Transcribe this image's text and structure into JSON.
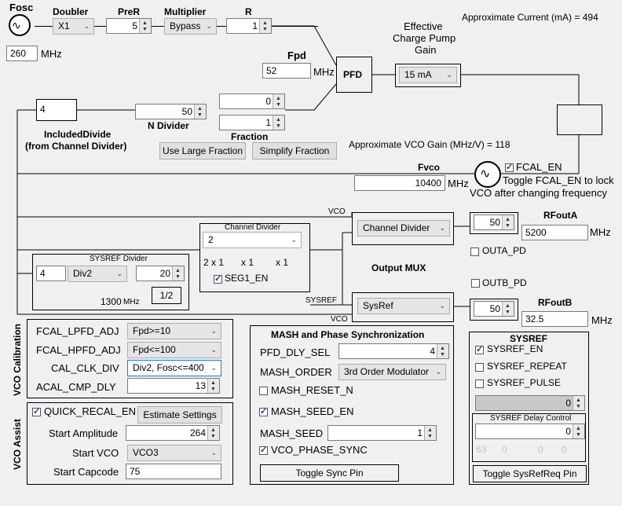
{
  "top": {
    "fosc_label": "Fosc",
    "fosc_value": "260",
    "fosc_unit": "MHz",
    "doubler_label": "Doubler",
    "doubler_value": "X1",
    "prer_label": "PreR",
    "prer_value": "5",
    "multiplier_label": "Multiplier",
    "multiplier_value": "Bypass",
    "r_label": "R",
    "r_value": "1",
    "fpd_label": "Fpd",
    "fpd_value": "52",
    "fpd_unit": "MHz",
    "pfd_label": "PFD",
    "cp_gain_label_1": "Effective",
    "cp_gain_label_2": "Charge Pump",
    "cp_gain_label_3": "Gain",
    "cp_gain_value": "15 mA",
    "approx_current": "Approximate Current (mA) = 494"
  },
  "feedback": {
    "included_divide_value": "4",
    "included_divide_label_1": "IncludedDivide",
    "included_divide_label_2": "(from Channel Divider)",
    "n_value": "50",
    "n_label": "N Divider",
    "frac_num": "0",
    "frac_den": "1",
    "fraction_label": "Fraction",
    "use_large_fraction": "Use Large Fraction",
    "simplify_fraction": "Simplify Fraction",
    "vco_gain": "Approximate VCO Gain (MHz/V) =  118",
    "fvco_label": "Fvco",
    "fvco_value": "10400",
    "fvco_unit": "MHz",
    "fcal_en_label": "FCAL_EN",
    "toggle_note_1": "Toggle FCAL_EN to lock",
    "toggle_note_2": "VCO after changing frequency"
  },
  "outputs": {
    "vco_label": "VCO",
    "sysref_label": "SYSREF",
    "channel_divider_title": "Channel  Divider",
    "channel_divider_value": "2",
    "cd_mult_1": "2 x 1",
    "cd_mult_2": "x 1",
    "cd_mult_3": "x 1",
    "seg1_en": "SEG1_EN",
    "sysref_divider_title": "SYSREF Divider",
    "sysref_div_pre": "4",
    "sysref_div_sel": "Div2",
    "sysref_div_value": "20",
    "sysref_freq": "1300",
    "sysref_freq_unit": "MHz",
    "sysref_half": "1/2",
    "mux_a_value": "Channel Divider",
    "mux_b_value": "SysRef",
    "output_mux_label": "Output MUX",
    "rfouta_label": "RFoutA",
    "rfouta_power": "50",
    "rfouta_freq": "5200",
    "rfouta_unit": "MHz",
    "outa_pd": "OUTA_PD",
    "outb_pd": "OUTB_PD",
    "rfoutb_label": "RFoutB",
    "rfoutb_power": "50",
    "rfoutb_freq": "32.5",
    "rfoutb_unit": "MHz"
  },
  "vco_cal": {
    "section_label": "VCO Calibration",
    "fcal_lpfd_label": "FCAL_LPFD_ADJ",
    "fcal_lpfd_value": "Fpd>=10",
    "fcal_hpfd_label": "FCAL_HPFD_ADJ",
    "fcal_hpfd_value": "Fpd<=100",
    "cal_clk_label": "CAL_CLK_DIV",
    "cal_clk_value": "Div2, Fosc<=400",
    "acal_label": "ACAL_CMP_DLY",
    "acal_value": "13"
  },
  "vco_assist": {
    "section_label": "VCO Assist",
    "quick_recal": "QUICK_RECAL_EN",
    "estimate_settings": "Estimate Settings",
    "start_amp_label": "Start Amplitude",
    "start_amp_value": "264",
    "start_vco_label": "Start VCO",
    "start_vco_value": "VCO3",
    "start_cap_label": "Start Capcode",
    "start_cap_value": "75"
  },
  "mash": {
    "title": "MASH and Phase Synchronization",
    "pfd_dly_label": "PFD_DLY_SEL",
    "pfd_dly_value": "4",
    "mash_order_label": "MASH_ORDER",
    "mash_order_value": "3rd Order Modulator",
    "mash_reset": "MASH_RESET_N",
    "mash_seed_en": "MASH_SEED_EN",
    "mash_seed_label": "MASH_SEED",
    "mash_seed_value": "1",
    "vco_phase_sync": "VCO_PHASE_SYNC",
    "toggle_sync": "Toggle Sync Pin"
  },
  "sysref": {
    "title": "SYSREF",
    "sysref_en": "SYSREF_EN",
    "sysref_repeat": "SYSREF_REPEAT",
    "sysref_pulse": "SYSREF_PULSE",
    "pulse_value": "0",
    "delay_title": "SYSREF Delay Control",
    "delay_value": "0",
    "delay_r1": "63",
    "delay_r2": "0",
    "delay_r3": "0",
    "delay_r4": "0",
    "toggle_sysrefreq": "Toggle SysRefReq Pin"
  }
}
